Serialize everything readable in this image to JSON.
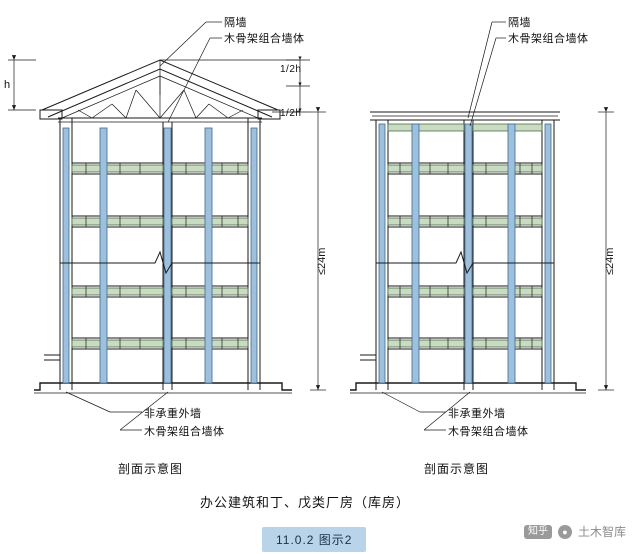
{
  "figure": {
    "title_badge": "11.0.2 图示2",
    "main_caption": "办公建筑和丁、戊类厂房（库房）",
    "left_section_caption": "剖面示意图",
    "right_section_caption": "剖面示意图"
  },
  "left": {
    "top_label_1": "隔墙",
    "top_label_2": "木骨架组合墙体",
    "roof_slope_upper": "1/2h",
    "roof_slope_lower": "1/2h",
    "height_mark": "h",
    "overall_height": "≤24m",
    "bottom_label_1": "非承重外墙",
    "bottom_label_2": "木骨架组合墙体"
  },
  "right": {
    "top_label_1": "隔墙",
    "top_label_2": "木骨架组合墙体",
    "overall_height": "≤24m",
    "bottom_label_1": "非承重外墙",
    "bottom_label_2": "木骨架组合墙体"
  },
  "watermark": {
    "logo_text": "知乎",
    "account": "土木智库"
  },
  "colors": {
    "line": "#1a1a1a",
    "member_fill": "#a9c3a2",
    "column_fill": "#7fa8c9",
    "badge_bg": "#b9d3e8",
    "badge_text": "#17304a"
  }
}
